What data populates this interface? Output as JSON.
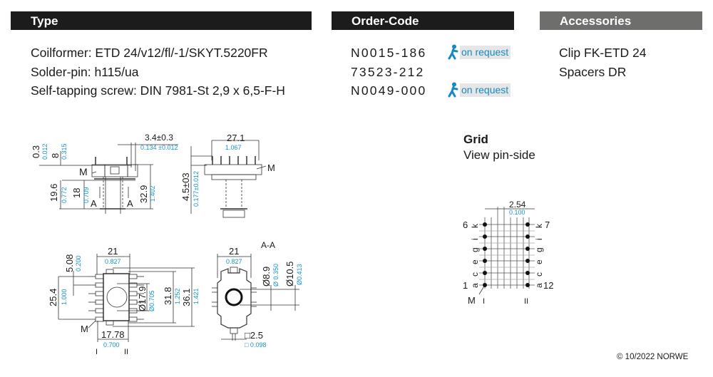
{
  "headers": {
    "type": "Type",
    "order_code": "Order-Code",
    "accessories": "Accessories"
  },
  "type_lines": [
    "Coilformer:  ETD 24/v12/fl/-1/SKYT.5220FR",
    "Solder-pin:  h115/ua",
    "Self-tapping screw:  DIN 7981-St 2,9 x 6,5-F-H"
  ],
  "order_codes": [
    {
      "code": "N0015-186",
      "badge": "on request"
    },
    {
      "code": "73523-212",
      "badge": null
    },
    {
      "code": "N0049-000",
      "badge": "on request"
    }
  ],
  "accessories": [
    "Clip FK-ETD 24",
    "Spacers DR"
  ],
  "grid": {
    "title": "Grid",
    "subtitle": "View pin-side",
    "pitch_mm": "2.54",
    "pitch_in": "0.100",
    "left_pins": [
      "6",
      "1"
    ],
    "right_pins": [
      "7",
      "12"
    ],
    "row_letters": [
      "k",
      "i",
      "g",
      "e",
      "c",
      "a"
    ],
    "marker": "M",
    "column_labels": [
      "I",
      "II"
    ]
  },
  "drawings": {
    "side_view": {
      "d_0_3_mm": "0.3",
      "d_0_3_in": "0.012",
      "d_8_mm": "8",
      "d_8_in": "0.315",
      "d_3_4_mm": "3.4±0.3",
      "d_3_4_in": "0.134 ±0.012",
      "d_19_6_mm": "19.6",
      "d_19_6_in": "0.772",
      "d_18_mm": "18",
      "d_18_in": "0.709",
      "d_32_9_mm": "32.9",
      "d_32_9_in": "1.402",
      "marker": "M",
      "section": "A"
    },
    "front_view": {
      "d_27_1_mm": "27.1",
      "d_27_1_in": "1.067",
      "d_4_5_mm": "4.5±03",
      "d_4_5_in": "0.177±0.012",
      "marker": "M"
    },
    "bottom_view": {
      "d_21_mm": "21",
      "d_21_in": "0.827",
      "d_5_08_mm": "5.08",
      "d_5_08_in": "0.200",
      "d_25_4_mm": "25.4",
      "d_25_4_in": "1.000",
      "d_17_9_mm": "Ø17.9",
      "d_17_9_in": "Ø0.705",
      "d_31_8_mm": "31.8",
      "d_31_8_in": "1.252",
      "d_36_1_mm": "36.1",
      "d_36_1_in": "1.421",
      "d_17_78_mm": "17.78",
      "d_17_78_in": "0.700",
      "marker": "M",
      "col_I": "I",
      "col_II": "II"
    },
    "section_view": {
      "title": "A-A",
      "d_21_mm": "21",
      "d_21_in": "0.827",
      "d_8_9_mm": "Ø8.9",
      "d_8_9_in": "Ø 0.350",
      "d_10_5_mm": "Ø10.5",
      "d_10_5_in": "Ø0.413",
      "d_2_5_mm": "□2.5",
      "d_2_5_in": "□ 0.098"
    }
  },
  "footer": {
    "copyright": "© 10/2022 NORWE"
  },
  "colors": {
    "header_dark": "#1c1c1c",
    "header_grey": "#6e6e6d",
    "inch_blue": "#1593c9",
    "badge_text": "#1689c4"
  }
}
